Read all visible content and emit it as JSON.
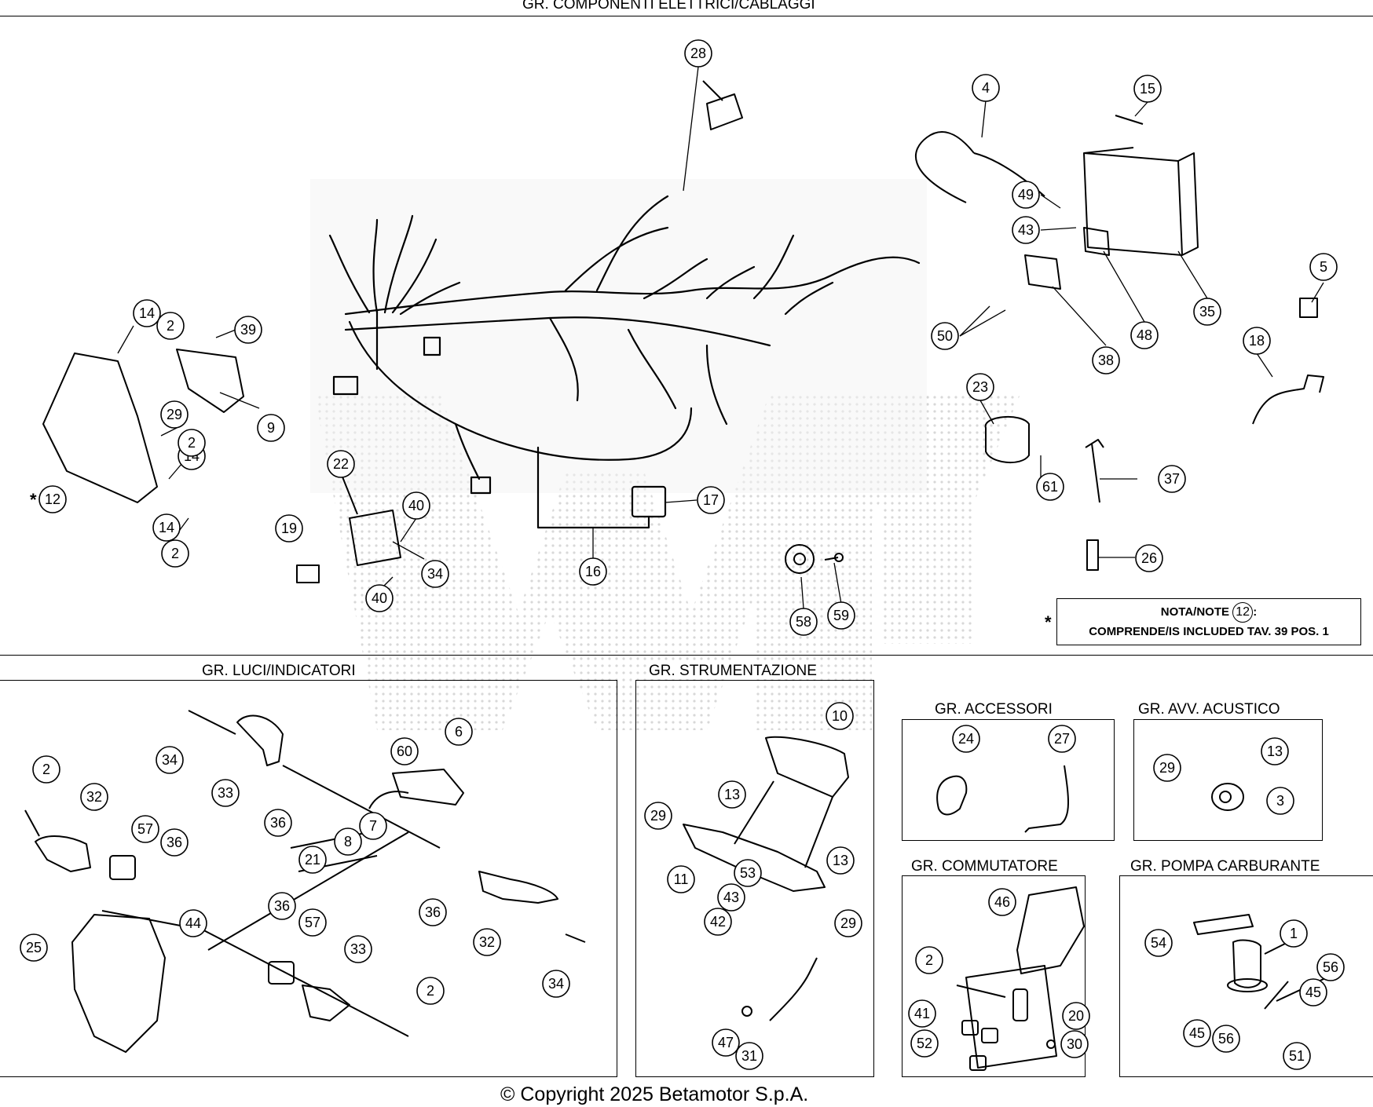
{
  "groups": {
    "electrical": "GR. COMPONENTI ELETTRICI/CABLAGGI",
    "lights": "GR. LUCI/INDICATORI",
    "instruments": "GR. STRUMENTAZIONE",
    "accessories": "GR. ACCESSORI",
    "horn": "GR. AVV. ACUSTICO",
    "switch": "GR. COMMUTATORE",
    "fuel_pump": "GR. POMPA CARBURANTE"
  },
  "note": {
    "asterisk": "*",
    "line1_prefix": "NOTA/NOTE",
    "ref": "12",
    "line1_suffix": ":",
    "line2": "COMPRENDE/IS INCLUDED TAV. 39 POS. 1"
  },
  "copyright": "© Copyright 2025 Betamotor S.p.A.",
  "callouts": {
    "electrical": [
      "28",
      "4",
      "15",
      "49",
      "43",
      "35",
      "50",
      "48",
      "38",
      "5",
      "18",
      "14",
      "2",
      "39",
      "9",
      "29",
      "14",
      "2",
      "12",
      "14",
      "2",
      "22",
      "40",
      "34",
      "40",
      "19",
      "17",
      "16",
      "23",
      "61",
      "37",
      "26",
      "58",
      "59"
    ],
    "lights": [
      "34",
      "33",
      "36",
      "7",
      "60",
      "6",
      "2",
      "32",
      "57",
      "36",
      "8",
      "21",
      "44",
      "25",
      "36",
      "57",
      "33",
      "32",
      "36",
      "34",
      "2"
    ],
    "instruments": [
      "10",
      "13",
      "29",
      "13",
      "11",
      "53",
      "43",
      "42",
      "29",
      "47",
      "31"
    ],
    "accessories": [
      "24",
      "27"
    ],
    "horn": [
      "13",
      "29",
      "3"
    ],
    "switch": [
      "46",
      "2",
      "41",
      "20",
      "52",
      "30"
    ],
    "fuel_pump": [
      "54",
      "1",
      "56",
      "45",
      "45",
      "56",
      "51"
    ]
  },
  "colors": {
    "line": "#000000",
    "background": "#ffffff",
    "watermark": "#d8d8d8"
  }
}
